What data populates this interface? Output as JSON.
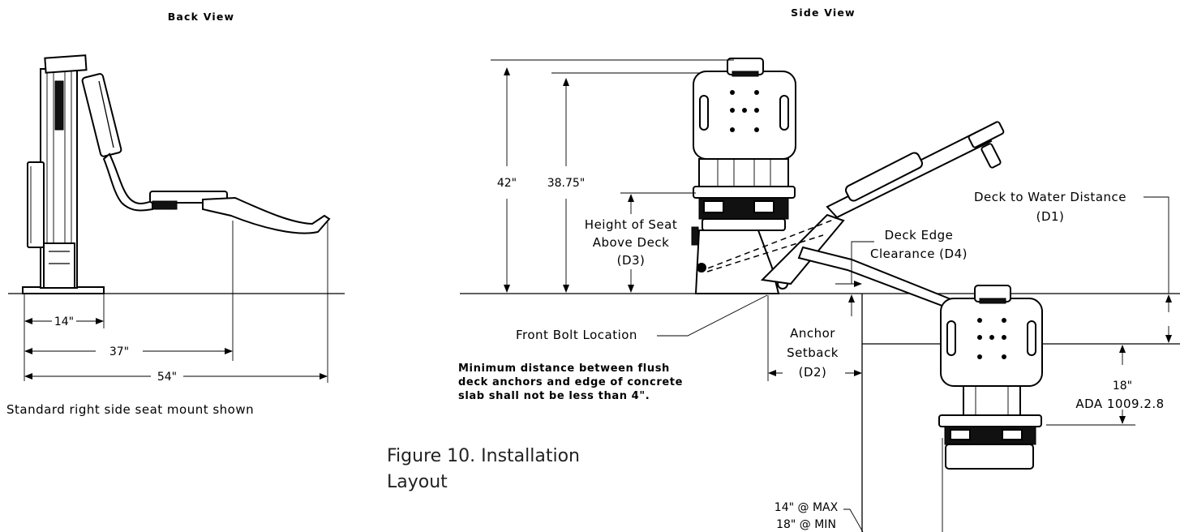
{
  "views": {
    "back_title": "Back View",
    "side_title": "Side View"
  },
  "back_view": {
    "dim_14": "14\"",
    "dim_37": "37\"",
    "dim_54": "54\"",
    "note": "Standard right side seat mount shown"
  },
  "side_view": {
    "dim_42": "42\"",
    "dim_38_75": "38.75\"",
    "seat_height_line1": "Height of Seat",
    "seat_height_line2": "Above Deck",
    "seat_height_line3": "(D3)",
    "deck_water_line1": "Deck to Water Distance",
    "deck_water_line2": "(D1)",
    "deck_edge_line1": "Deck Edge",
    "deck_edge_line2": "Clearance (D4)",
    "front_bolt": "Front Bolt Location",
    "anchor_line1": "Anchor",
    "anchor_line2": "Setback",
    "anchor_line3": "(D2)",
    "min_note_line1": "Minimum distance between flush",
    "min_note_line2": "deck anchors and edge of concrete",
    "min_note_line3": "slab shall not be less than 4\".",
    "dim_18": "18\"",
    "ada_ref": "ADA 1009.2.8",
    "max_label": "14\" @ MAX",
    "min_label": "18\" @ MIN"
  },
  "caption": {
    "line1": "Figure 10. Installation",
    "line2": "Layout"
  }
}
